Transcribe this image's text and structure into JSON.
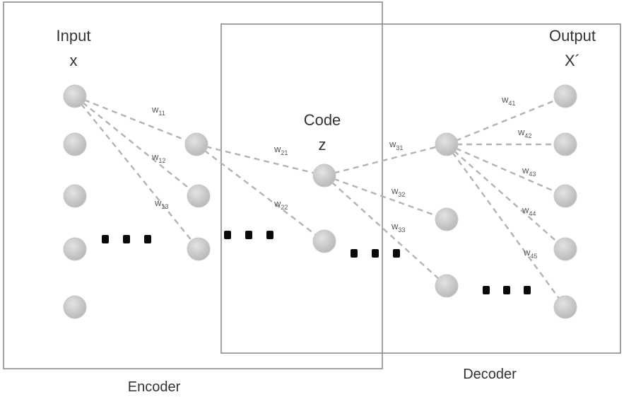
{
  "labels": {
    "input_title": "Input",
    "input_var": "x",
    "code_title": "Code",
    "code_var": "z",
    "output_title": "Output",
    "output_var": "X´",
    "encoder": "Encoder",
    "decoder": "Decoder"
  },
  "weights": [
    {
      "base": "w",
      "sub": "11"
    },
    {
      "base": "w",
      "sub": "12"
    },
    {
      "base": "w",
      "sub": "13"
    },
    {
      "base": "w",
      "sub": "21"
    },
    {
      "base": "w",
      "sub": "22"
    },
    {
      "base": "w",
      "sub": "31"
    },
    {
      "base": "w",
      "sub": "32"
    },
    {
      "base": "w",
      "sub": "33"
    },
    {
      "base": "w",
      "sub": "41"
    },
    {
      "base": "w",
      "sub": "42"
    },
    {
      "base": "w",
      "sub": "43"
    },
    {
      "base": "w",
      "sub": "44"
    },
    {
      "base": "w",
      "sub": "45"
    }
  ],
  "colors": {
    "node_fill": "#c4c4c4",
    "edge": "#b3b3b3",
    "box": "#8a8a8a",
    "ellipsis": "#0a0a0a"
  }
}
